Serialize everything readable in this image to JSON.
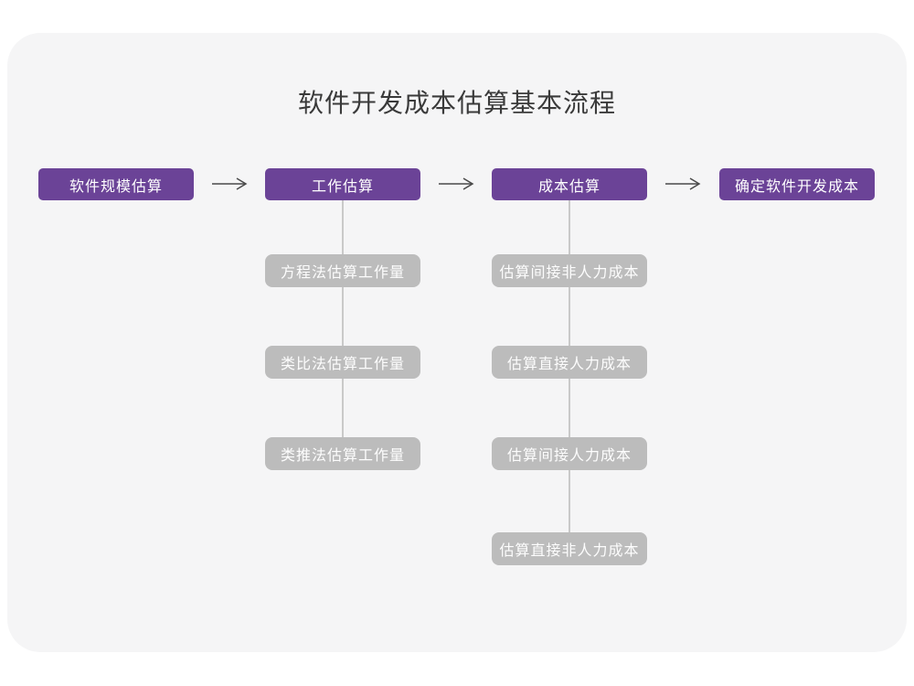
{
  "title": "软件开发成本估算基本流程",
  "colors": {
    "page_bg": "#ffffff",
    "card_bg": "#f5f5f6",
    "primary_node": "#6b4397",
    "secondary_node": "#bcbcbc",
    "connector_line": "#c9c9c9",
    "arrow": "#4a4a4a",
    "title_text": "#3a3a3a",
    "node_text": "#ffffff"
  },
  "flow": {
    "main_steps": [
      "软件规模估算",
      "工作估算",
      "成本估算",
      "确定软件开发成本"
    ],
    "work_estimation_methods": [
      "方程法估算工作量",
      "类比法估算工作量",
      "类推法估算工作量"
    ],
    "cost_estimation_methods": [
      "估算间接非人力成本",
      "估算直接人力成本",
      "估算间接人力成本",
      "估算直接非人力成本"
    ]
  }
}
